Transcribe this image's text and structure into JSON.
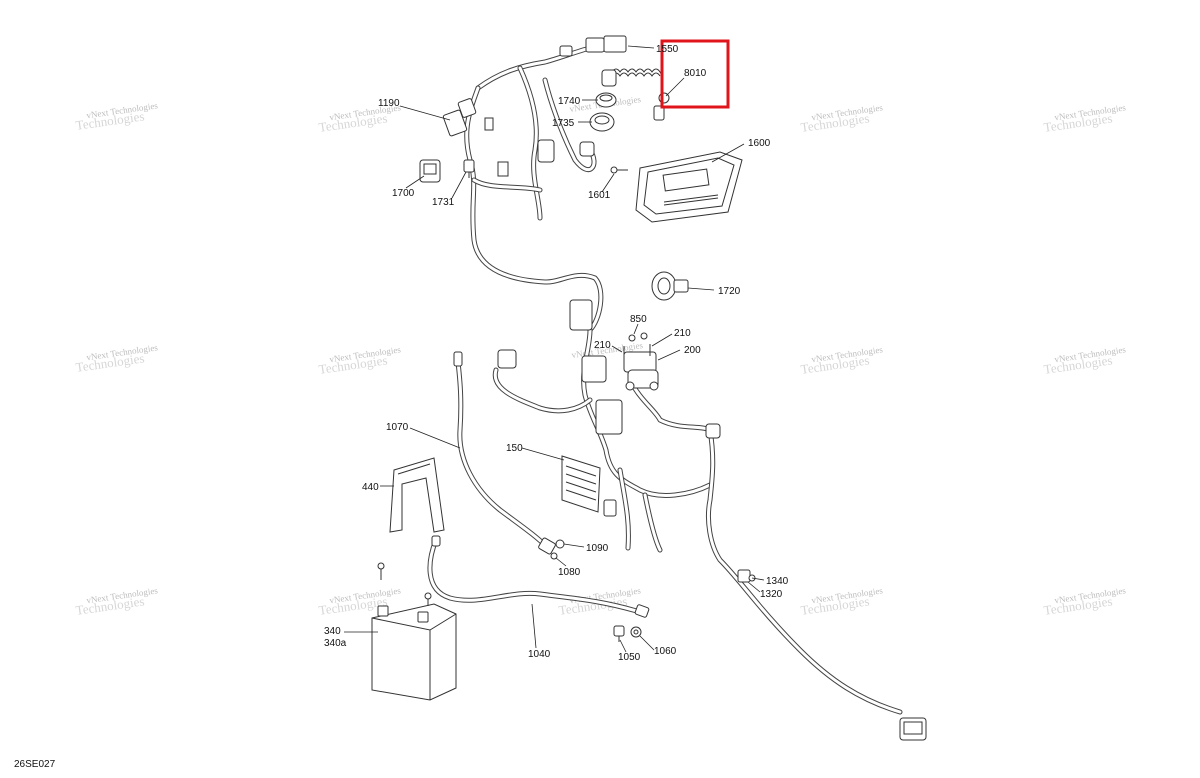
{
  "diagram_id": "26SE027",
  "watermark": {
    "line1": "vNext",
    "line2": "Technologies",
    "combined": "vNext Technologies"
  },
  "highlight_color": "#e0141b",
  "callouts": {
    "c1550": "1550",
    "c8010": "8010",
    "c1190": "1190",
    "c1740": "1740",
    "c1735": "1735",
    "c1600": "1600",
    "c1700": "1700",
    "c1731": "1731",
    "c1601": "1601",
    "c1720": "1720",
    "c850": "850",
    "c210a": "210",
    "c210b": "210",
    "c200": "200",
    "c1070": "1070",
    "c150": "150",
    "c440": "440",
    "c1090": "1090",
    "c1080": "1080",
    "c1340": "1340",
    "c1320": "1320",
    "c340": "340",
    "c340a": "340a",
    "c1040": "1040",
    "c1050": "1050",
    "c1060": "1060"
  },
  "highlighted_callout": "8010"
}
